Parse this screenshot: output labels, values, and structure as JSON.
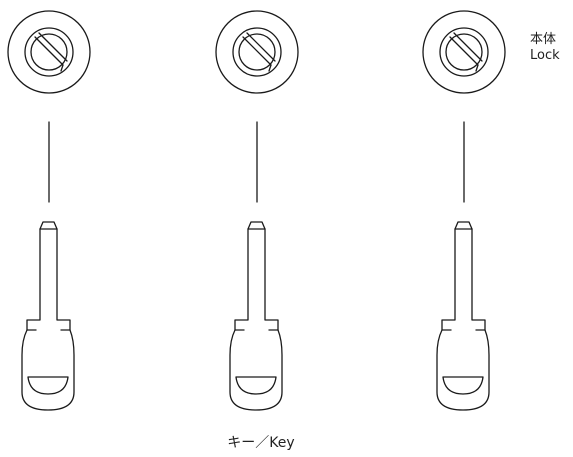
{
  "labels": {
    "lock_jp": "本体",
    "lock_en": "Lock",
    "key": "キー／Key"
  },
  "colors": {
    "stroke": "#1a1a1a",
    "background": "#ffffff"
  },
  "items": [
    {
      "id": "set-1",
      "lock_icon": "lock-cylinder-icon",
      "key_icon": "key-icon"
    },
    {
      "id": "set-2",
      "lock_icon": "lock-cylinder-icon",
      "key_icon": "key-icon"
    },
    {
      "id": "set-3",
      "lock_icon": "lock-cylinder-icon",
      "key_icon": "key-icon"
    }
  ]
}
